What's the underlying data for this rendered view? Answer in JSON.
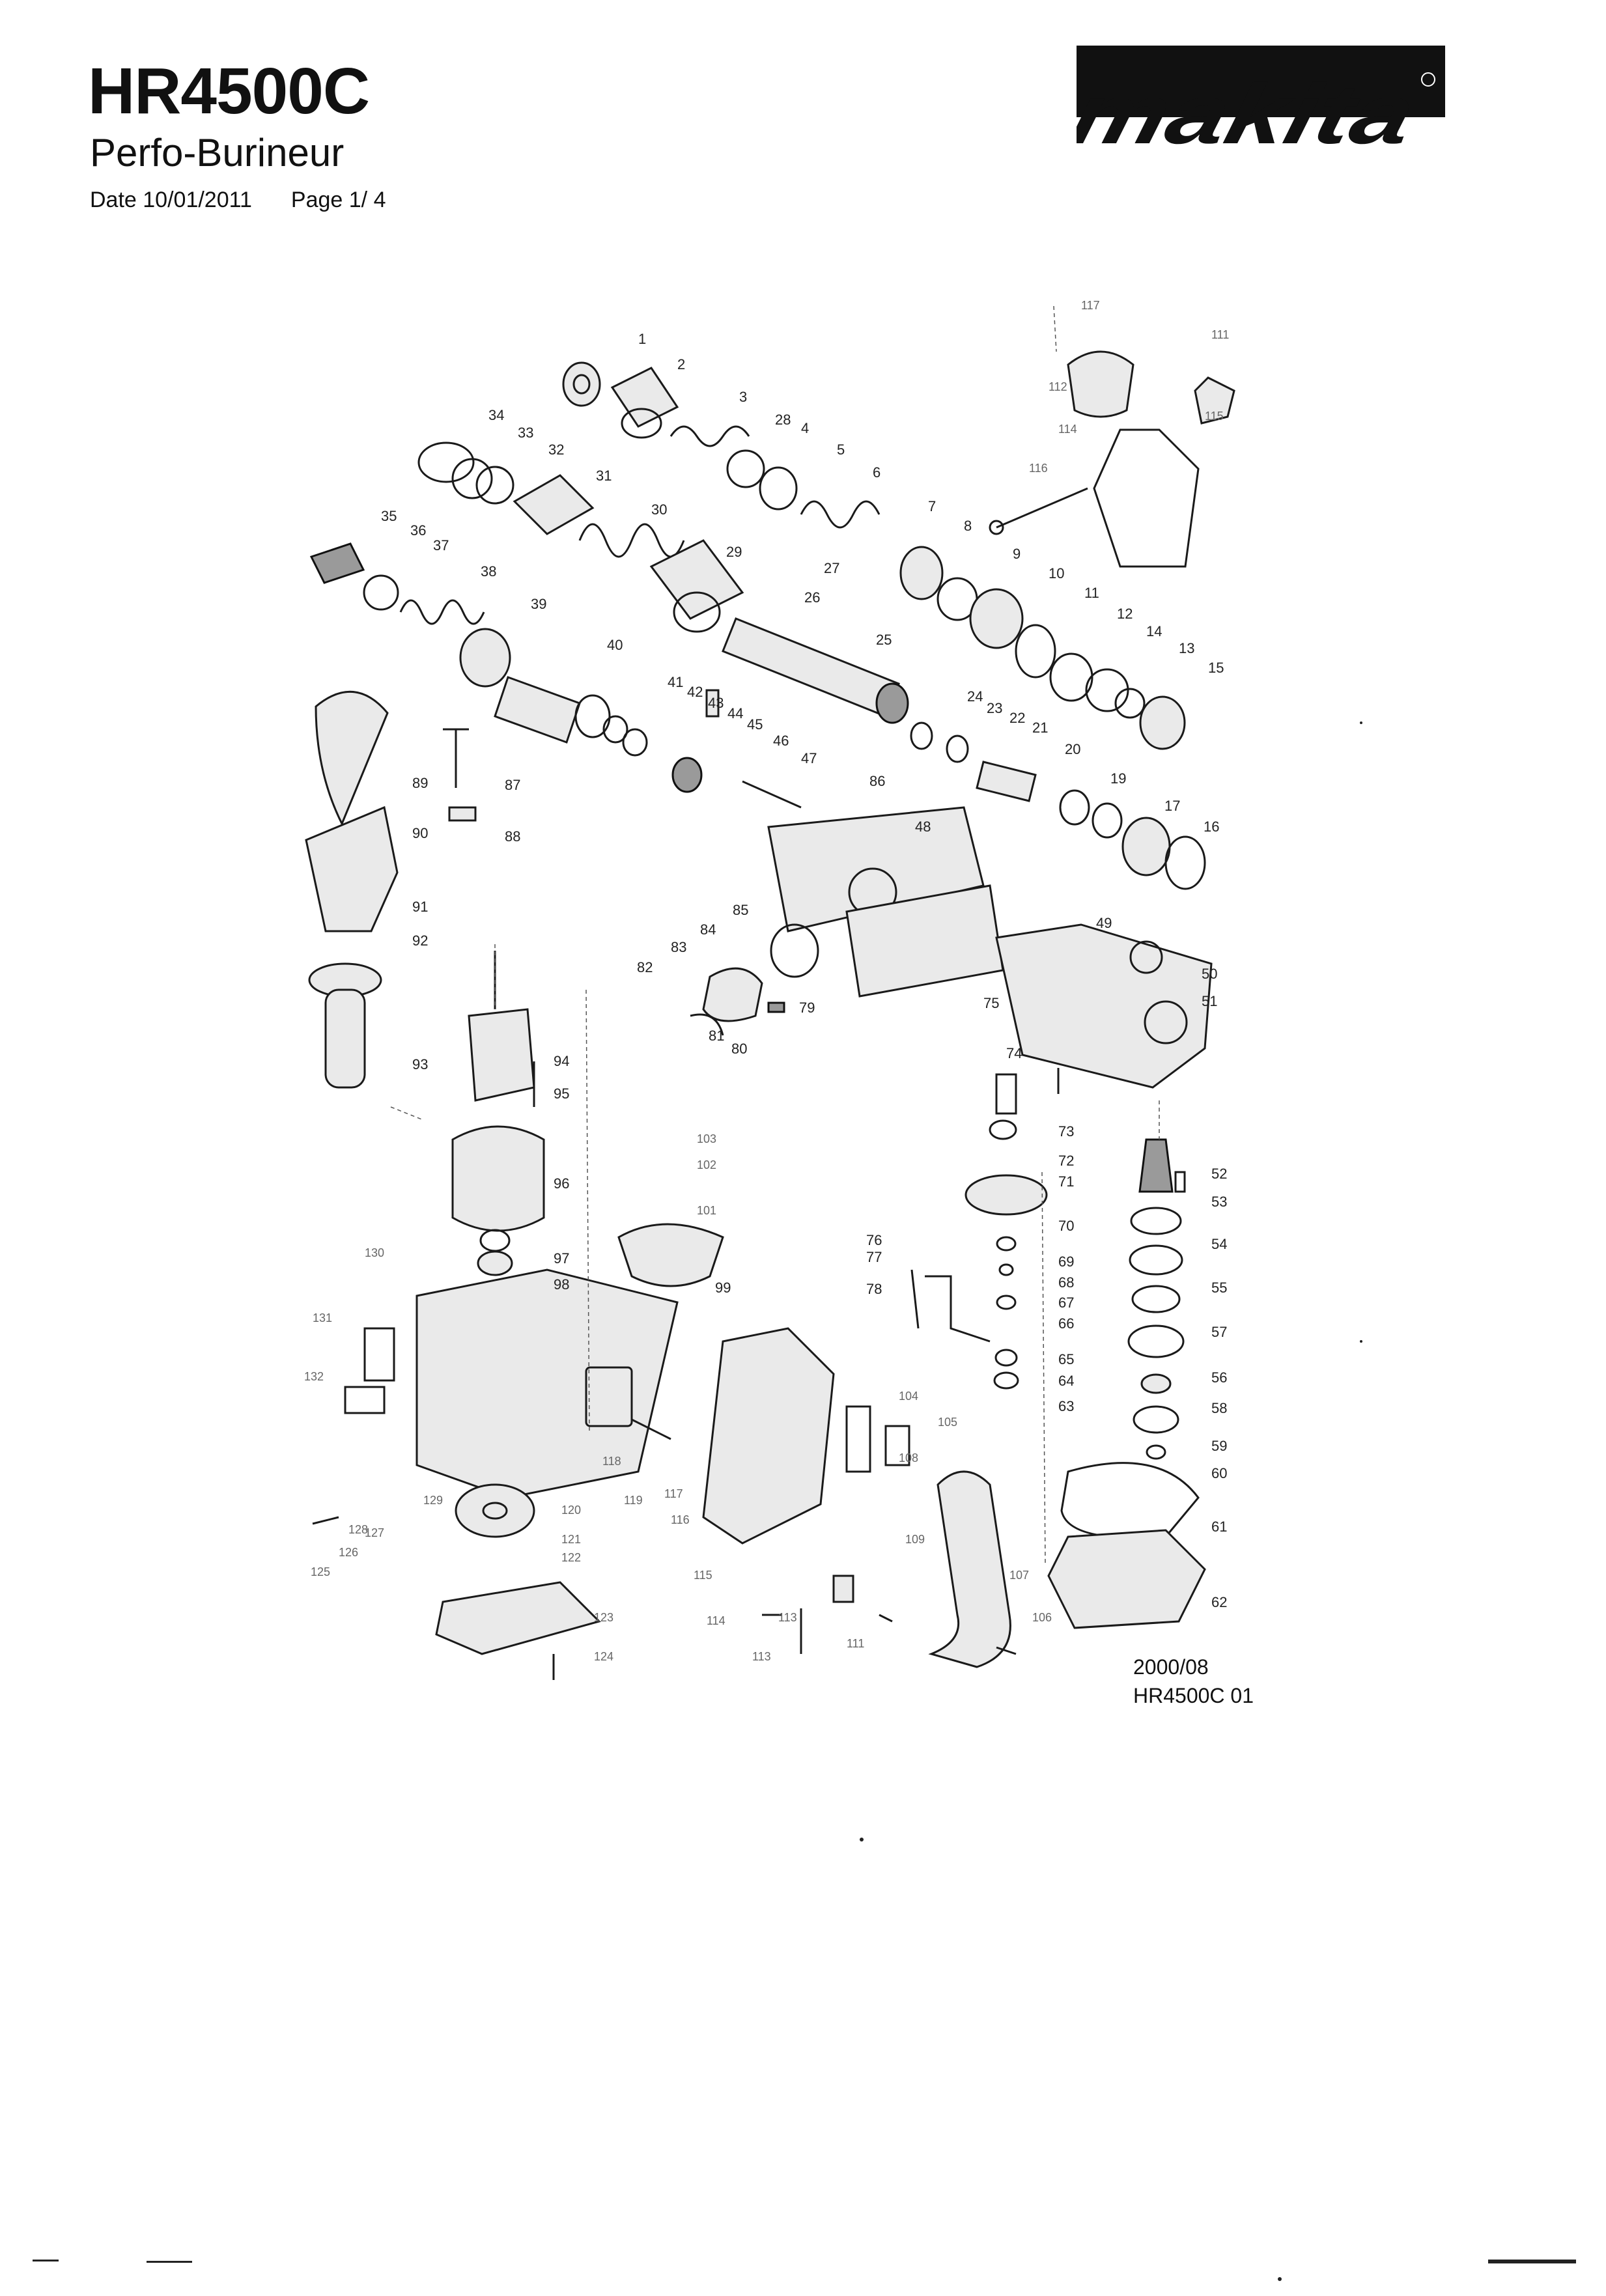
{
  "header": {
    "model": "HR4500C",
    "subtitle": "Perfo-Burineur",
    "date": "Date 10/01/2011",
    "page": "Page 1/ 4"
  },
  "brand": {
    "name": "makita",
    "color_bg": "#111111",
    "color_fg": "#ffffff"
  },
  "footer": {
    "date_code": "2000/08",
    "drawing_ref": "HR4500C 01"
  },
  "diagram": {
    "callouts": [
      "1",
      "2",
      "3",
      "4",
      "5",
      "6",
      "7",
      "8",
      "9",
      "10",
      "11",
      "12",
      "13",
      "14",
      "15",
      "16",
      "17",
      "19",
      "20",
      "21",
      "22",
      "23",
      "24",
      "25",
      "26",
      "27",
      "28",
      "29",
      "30",
      "31",
      "32",
      "33",
      "34",
      "35",
      "36",
      "37",
      "38",
      "39",
      "40",
      "41",
      "42",
      "43",
      "44",
      "45",
      "46",
      "47",
      "48",
      "49",
      "50",
      "51",
      "52",
      "53",
      "54",
      "55",
      "56",
      "57",
      "58",
      "59",
      "60",
      "61",
      "62",
      "63",
      "64",
      "65",
      "66",
      "67",
      "68",
      "69",
      "70",
      "71",
      "72",
      "73",
      "74",
      "75",
      "76",
      "77",
      "78",
      "79",
      "80",
      "81",
      "82",
      "83",
      "84",
      "85",
      "86",
      "87",
      "88",
      "89",
      "90",
      "91",
      "92",
      "93",
      "94",
      "95",
      "96",
      "97",
      "98",
      "99"
    ]
  }
}
